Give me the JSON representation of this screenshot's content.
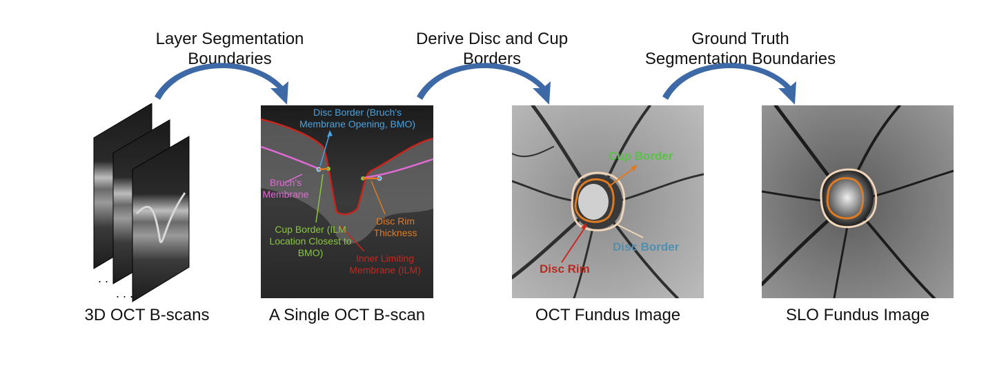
{
  "steps": [
    {
      "line1": "Layer Segmentation",
      "line2": "Boundaries"
    },
    {
      "line1": "Derive Disc and Cup",
      "line2": "Borders"
    },
    {
      "line1": "Ground Truth",
      "line2": "Segmentation Boundaries"
    }
  ],
  "captions": {
    "bscans": "3D OCT B-scans",
    "single": "A Single OCT B-scan",
    "oct_fundus": "OCT Fundus Image",
    "slo_fundus": "SLO Fundus Image"
  },
  "bscan_labels": {
    "disc_border_1": "Disc Border (Bruch's",
    "disc_border_2": "Membrane Opening, BMO)",
    "bruchs_1": "Bruch's",
    "bruchs_2": "Membrane",
    "cup_border_1": "Cup Border (ILM",
    "cup_border_2": "Location Closest to",
    "cup_border_3": "BMO)",
    "rim_1": "Disc Rim",
    "rim_2": "Thickness",
    "ilm_1": "Inner Limiting",
    "ilm_2": "Membrane (ILM)"
  },
  "fundus_labels": {
    "cup_border": "Cup Border",
    "disc_border": "Disc Border",
    "disc_rim": "Disc Rim"
  },
  "colors": {
    "arrow": "#3d6aa6",
    "ilm": "#c8261d",
    "bruchs": "#e26ad6",
    "bmo": "#4aa3e0",
    "cup": "#8ac640",
    "rim": "#e07b22",
    "disc": "#f1d5b8"
  }
}
